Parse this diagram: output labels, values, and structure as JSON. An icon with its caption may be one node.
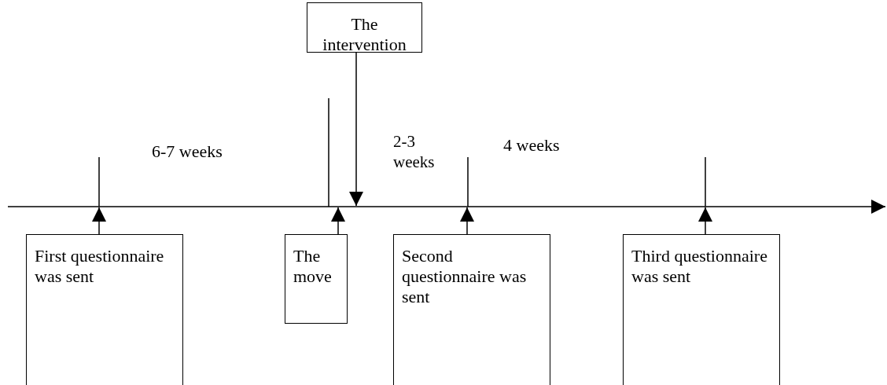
{
  "diagram": {
    "nodes": [
      {
        "text": [
          "The intervention"
        ]
      },
      {
        "text": [
          "First questionnaire was sent"
        ]
      },
      {
        "text": [
          "The move"
        ]
      },
      {
        "text": [
          "Second questionnaire was sent"
        ]
      },
      {
        "text": [
          "Third questionnaire was sent"
        ]
      }
    ],
    "edges": [
      {
        "from": 0,
        "to": null,
        "arrow": "to"
      },
      {
        "from": 1,
        "to": null,
        "arrow": "to"
      },
      {
        "from": 2,
        "to": null,
        "arrow": "to"
      },
      {
        "from": 3,
        "to": null,
        "arrow": "to"
      },
      {
        "from": 4,
        "to": null,
        "arrow": "to"
      }
    ],
    "labels": [
      "6-7 weeks",
      "2-3 weeks",
      "4 weeks"
    ]
  }
}
